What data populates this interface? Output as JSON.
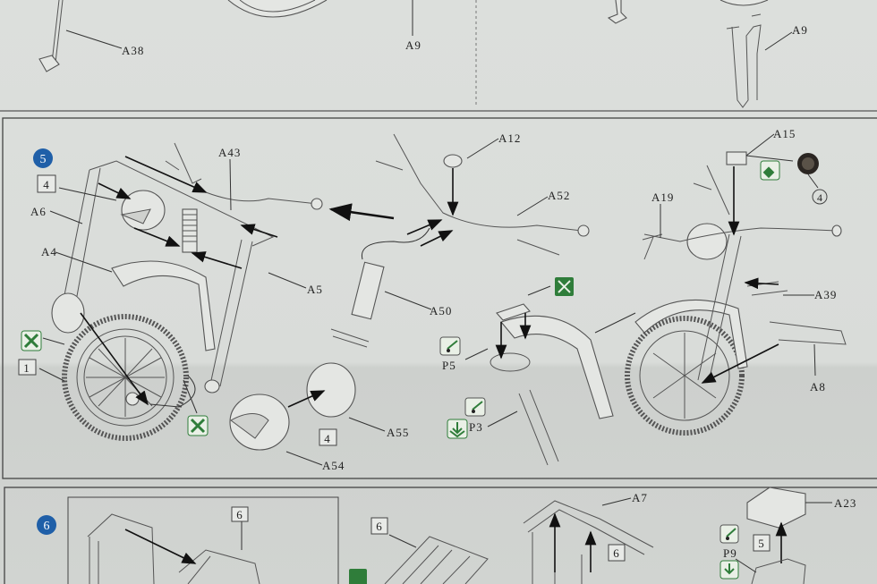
{
  "top_panel": {
    "labels": {
      "a38": "A38",
      "a9_left": "A9",
      "a9_right": "A9"
    }
  },
  "step5": {
    "step_number": "5",
    "labels": {
      "box_4_top": "4",
      "a43": "A43",
      "a6": "A6",
      "a4": "A4",
      "a5": "A5",
      "a50": "A50",
      "a12": "A12",
      "a52": "A52",
      "a15": "A15",
      "circle_4": "4",
      "a19": "A19",
      "a39": "A39",
      "a8": "A8",
      "p5": "P5",
      "p3": "P3",
      "box_1": "1",
      "box_4_bottom": "4",
      "a55": "A55",
      "a54": "A54"
    },
    "icons": [
      "do-not-glue-icon",
      "do-not-glue-icon",
      "cut-icon",
      "paint-icon",
      "glue-icon",
      "glue-icon",
      "press-down-icon"
    ]
  },
  "step6": {
    "step_number": "6",
    "labels": {
      "box_6_a": "6",
      "box_6_b": "6",
      "a7": "A7",
      "box_6_c": "6",
      "a23": "A23",
      "p9": "P9",
      "box_5": "5"
    }
  },
  "colors": {
    "step_badge": "#1f5fa8",
    "icon_green": "#2f7d3a",
    "paper": "#d6d9d6"
  }
}
